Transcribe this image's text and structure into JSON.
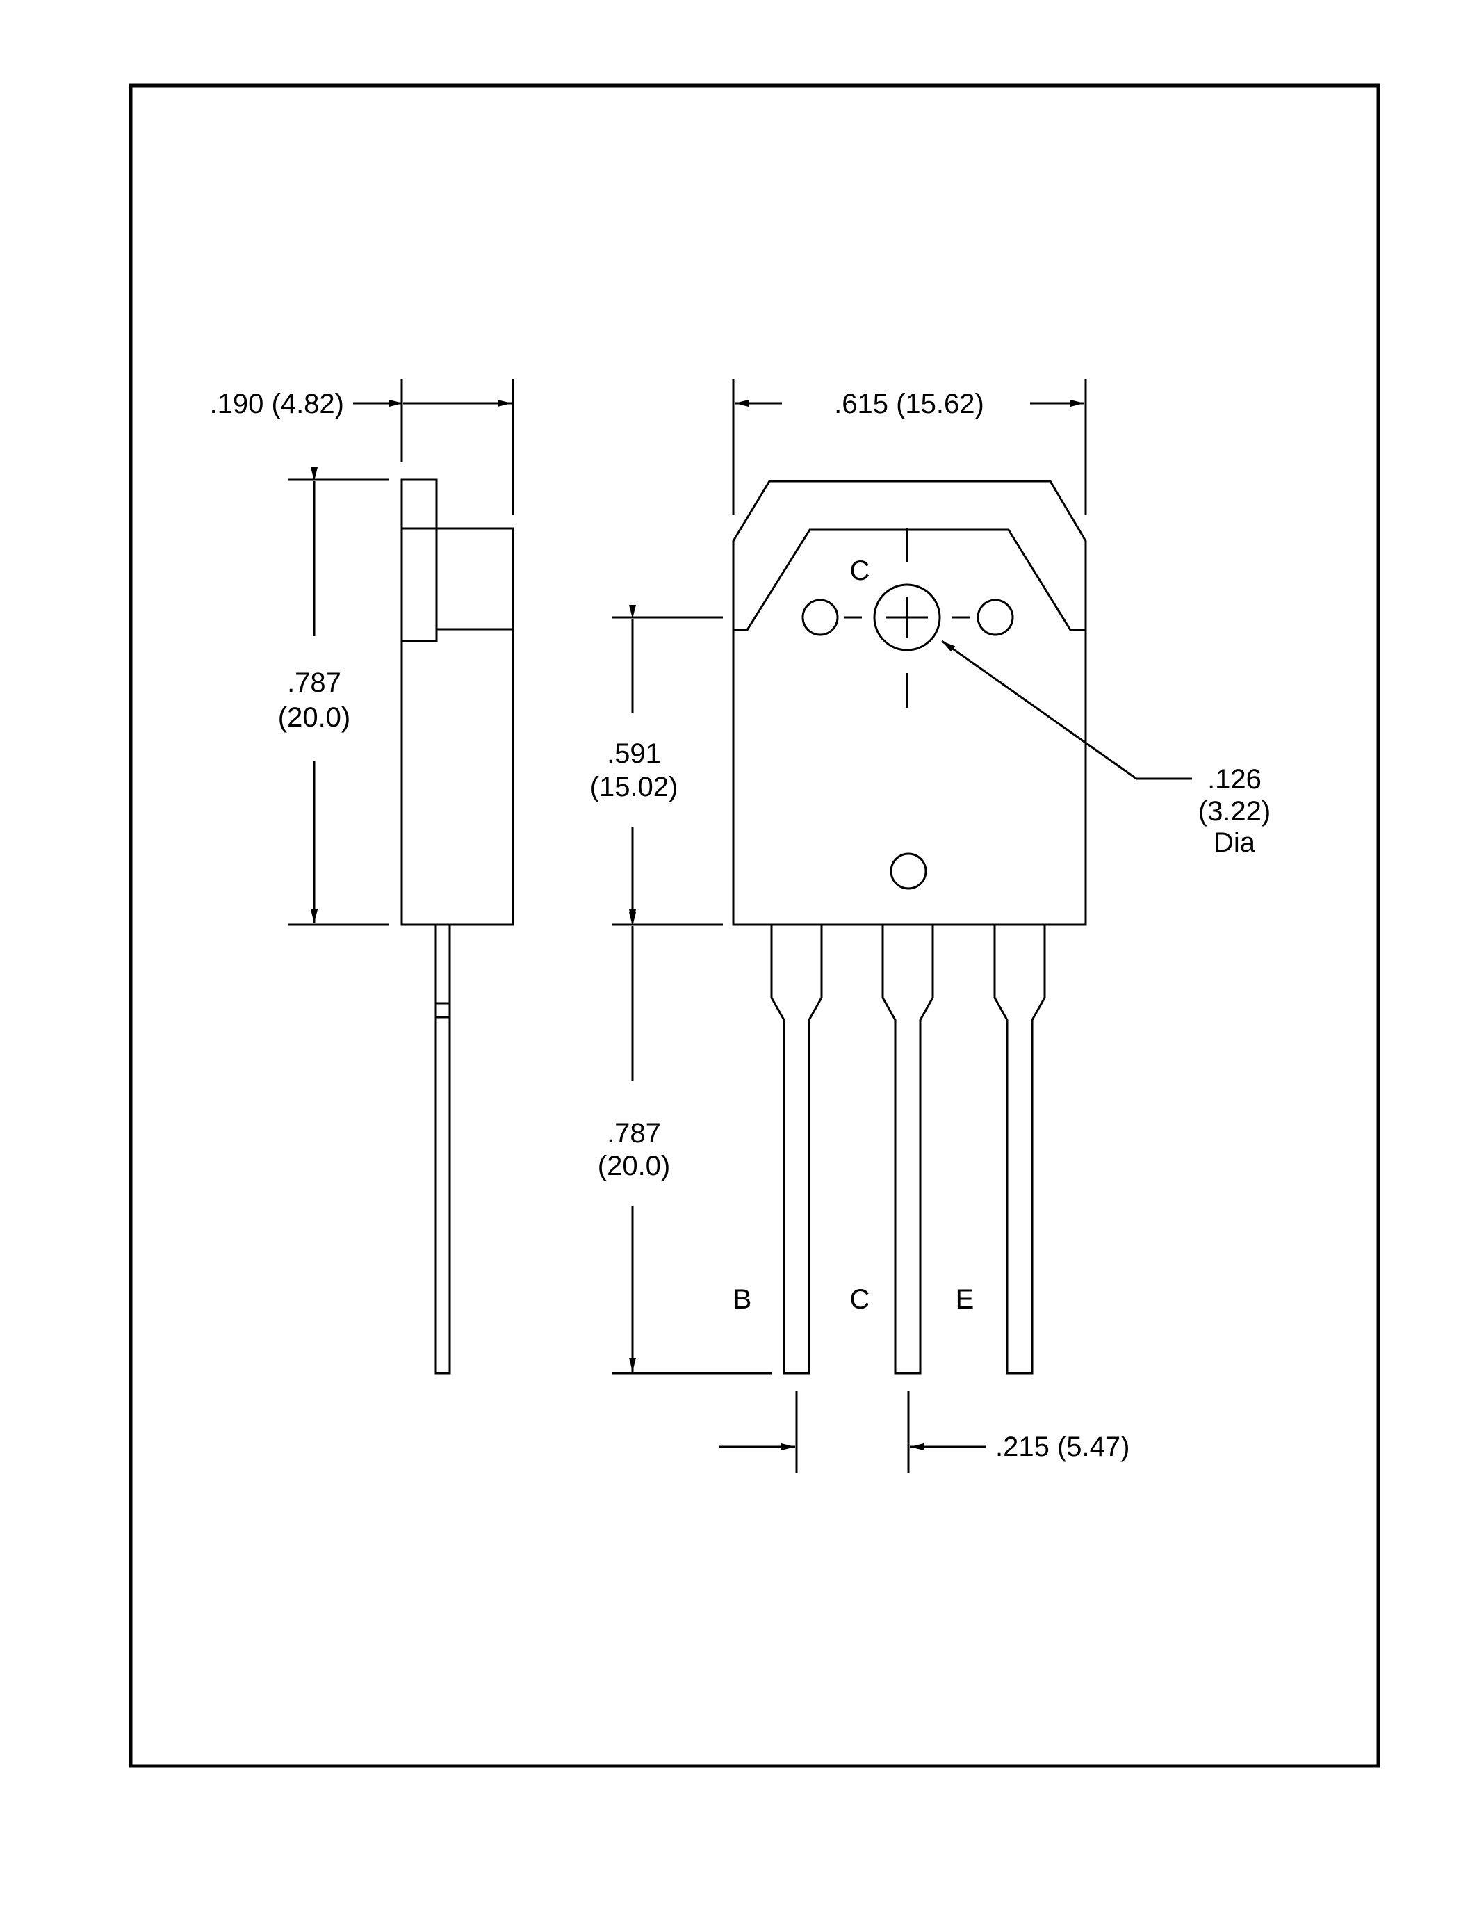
{
  "dimensions": {
    "side_thickness": ".190 (4.82)",
    "body_width": ".615 (15.62)",
    "body_height_in": ".787",
    "body_height_mm": "(20.0)",
    "hole_to_bottom_in": ".591",
    "hole_to_bottom_mm": "(15.02)",
    "lead_length_in": ".787",
    "lead_length_mm": "(20.0)",
    "hole_dia_in": ".126",
    "hole_dia_mm": "(3.22)",
    "hole_dia_label": "Dia",
    "lead_pitch": ".215 (5.47)"
  },
  "labels": {
    "tab_pin": "C",
    "pin_base": "B",
    "pin_collector": "C",
    "pin_emitter": "E"
  }
}
